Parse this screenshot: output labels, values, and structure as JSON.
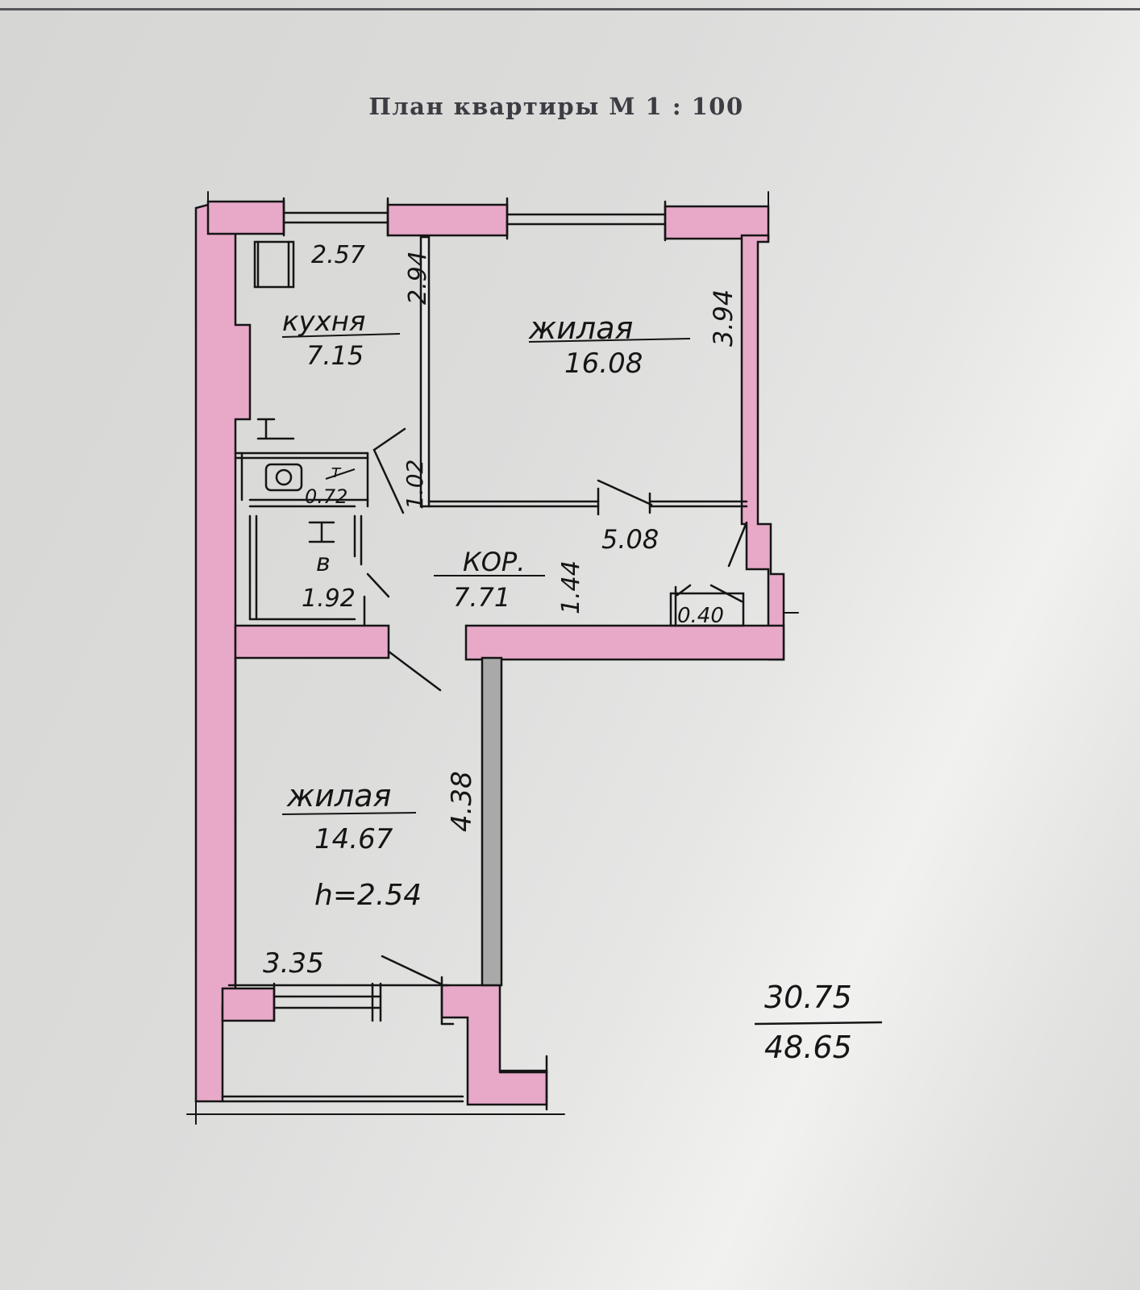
{
  "header": {
    "title": "План квартиры М 1 : 100"
  },
  "rooms": {
    "kitchen": {
      "name": "кухня",
      "area": "7.15",
      "dim_width": "2.57",
      "dim_length": "2.94"
    },
    "living_1": {
      "name": "жилая",
      "area": "16.08",
      "dim_side": "3.94",
      "dim_width": "5.08"
    },
    "bathroom": {
      "area": "0.72",
      "label": "т"
    },
    "bath": {
      "name": "в",
      "area": "1.92"
    },
    "corridor": {
      "name": "КОР.",
      "area": "7.71",
      "dim_width": "1.44",
      "dim_door": "1.02"
    },
    "closet": {
      "area": "0.40"
    },
    "living_2": {
      "name": "жилая",
      "area": "14.67",
      "dim_length": "4.38",
      "dim_width": "3.35",
      "height": "h=2.54"
    }
  },
  "totals": {
    "living": "30.75",
    "total": "48.65"
  },
  "colors": {
    "wall_fill": "#e8a9c8",
    "wall_line": "#151515",
    "partition_fill": "#a9a9a9"
  }
}
